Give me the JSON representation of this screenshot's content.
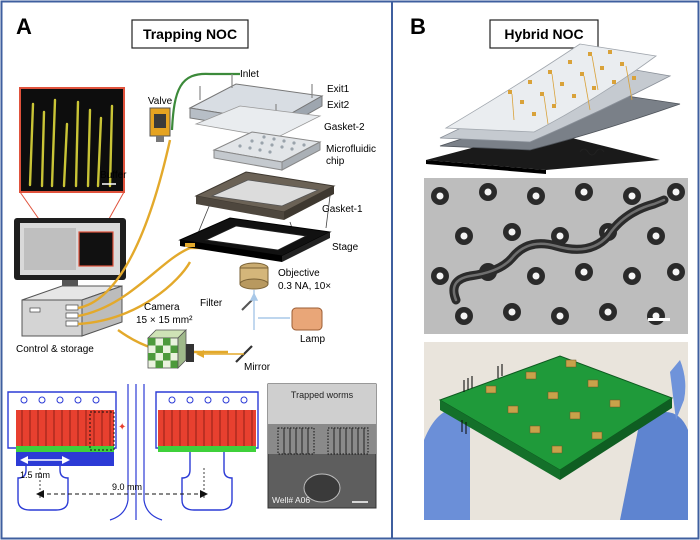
{
  "panels": {
    "A": {
      "letter": "A",
      "title": "Trapping NOC",
      "labels": {
        "inlet": "Inlet",
        "exit1": "Exit1",
        "exit2": "Exit2",
        "gasket2": "Gasket-2",
        "valve": "Valve",
        "buffer": "Buffer",
        "microfluidic": "Microfluidic",
        "chip": "chip",
        "gasket1": "Gasket-1",
        "stage": "Stage",
        "objective": "Objective",
        "objective_spec": "0.3 NA, 10×",
        "filter": "Filter",
        "camera": "Camera",
        "camera_spec": "15 × 15 mm²",
        "lamp": "Lamp",
        "mirror": "Mirror",
        "control_storage": "Control & storage",
        "dim_small": "1.5 mm",
        "dim_large": "9.0 mm",
        "trapped_worms": "Trapped worms",
        "well": "Well# A06"
      }
    },
    "B": {
      "letter": "B",
      "title": "Hybrid NOC"
    }
  },
  "colors": {
    "frame_border": "#3f5f9f",
    "cable": "#e3a92b",
    "green_cable": "#3c8a3a",
    "chip_red": "#e8402f",
    "chip_blue": "#2c3bd6",
    "chip_green": "#3fd13b",
    "pcb_green": "#1f9a3a"
  }
}
